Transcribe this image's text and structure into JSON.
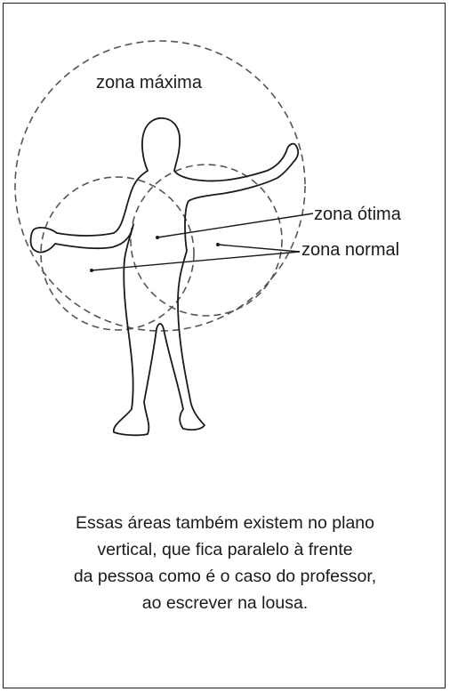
{
  "labels": {
    "max_zone": "zona máxima",
    "optimal_zone": "zona ótima",
    "normal_zone": "zona normal"
  },
  "caption": {
    "lines": [
      "Essas áreas também existem no plano",
      "vertical, que fica paralelo à frente",
      "da pessoa como é o caso do professor,",
      "ao escrever na lousa."
    ]
  },
  "colors": {
    "ink": "#1a1a1a",
    "dash": "#555555",
    "background": "#ffffff"
  }
}
